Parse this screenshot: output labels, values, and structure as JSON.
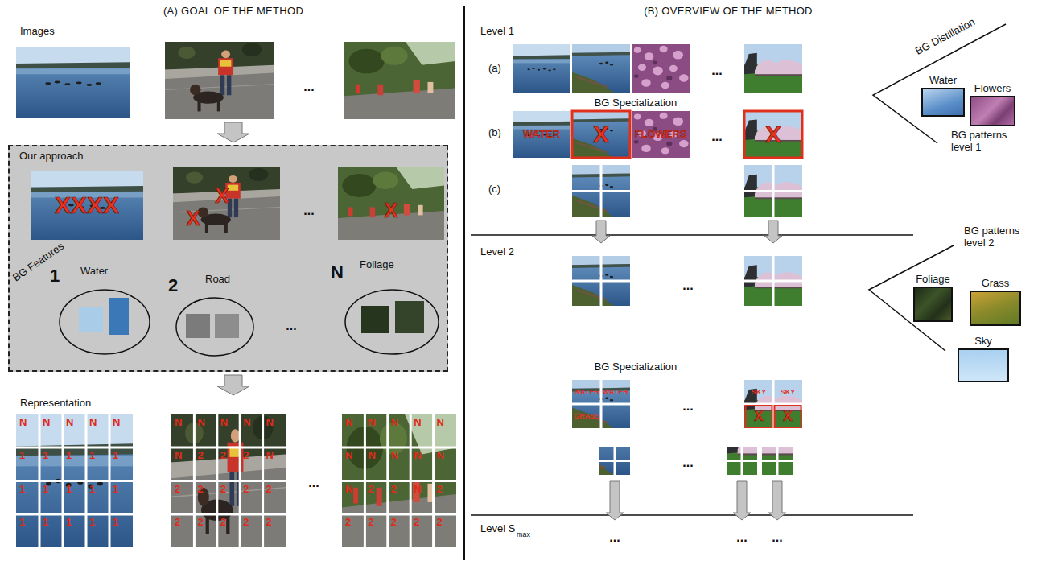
{
  "diagram": {
    "nodes": [
      {
        "text": [
          "Our approach"
        ]
      },
      {
        "text": [
          "1",
          "Water"
        ],
        "in": 0
      },
      {
        "text": [
          "2",
          "Road"
        ],
        "in": 0
      },
      {
        "text": [
          "N",
          "Foliage"
        ],
        "in": 0
      },
      {
        "text": [
          "Water"
        ]
      },
      {
        "text": [
          "Flowers"
        ]
      },
      {
        "text": [
          "Foliage"
        ]
      },
      {
        "text": [
          "Grass"
        ]
      },
      {
        "text": [
          "Sky"
        ]
      }
    ],
    "labels": [
      "(A) GOAL OF THE METHOD",
      "Images",
      "...",
      "XXXX",
      "X",
      "X",
      "X",
      "...",
      "BG Features",
      "...",
      "Representation",
      "N",
      "N",
      "N",
      "N",
      "N",
      "1",
      "1",
      "1",
      "1",
      "1",
      "1",
      "1",
      "1",
      "1",
      "1",
      "1",
      "1",
      "1",
      "1",
      "1",
      "N",
      "N",
      "N",
      "N",
      "N",
      "N",
      "2",
      "2",
      "2",
      "N",
      "2",
      "2",
      "2",
      "2",
      "2",
      "2",
      "2",
      "2",
      "2",
      "2",
      "N",
      "N",
      "N",
      "N",
      "N",
      "N",
      "N",
      "N",
      "N",
      "N",
      "N",
      "2",
      "2",
      "N",
      "2",
      "2",
      "2",
      "2",
      "2",
      "2",
      "...",
      "(B) OVERVIEW OF THE METHOD",
      "Level 1",
      "(a)",
      "...",
      "BG Distillation",
      "BG patterns level 1",
      "BG Specialization",
      "(b)",
      "WATER",
      "X",
      "FLOWERS",
      "...",
      "X",
      "(c)",
      "Level 2",
      "...",
      "BG patterns level 2",
      "BG Specialization",
      "WATER",
      "WATER",
      "GRASS",
      "...",
      "SKY",
      "SKY",
      "X",
      "X",
      "...",
      "Level S",
      "max",
      "...",
      "...",
      "..."
    ]
  }
}
